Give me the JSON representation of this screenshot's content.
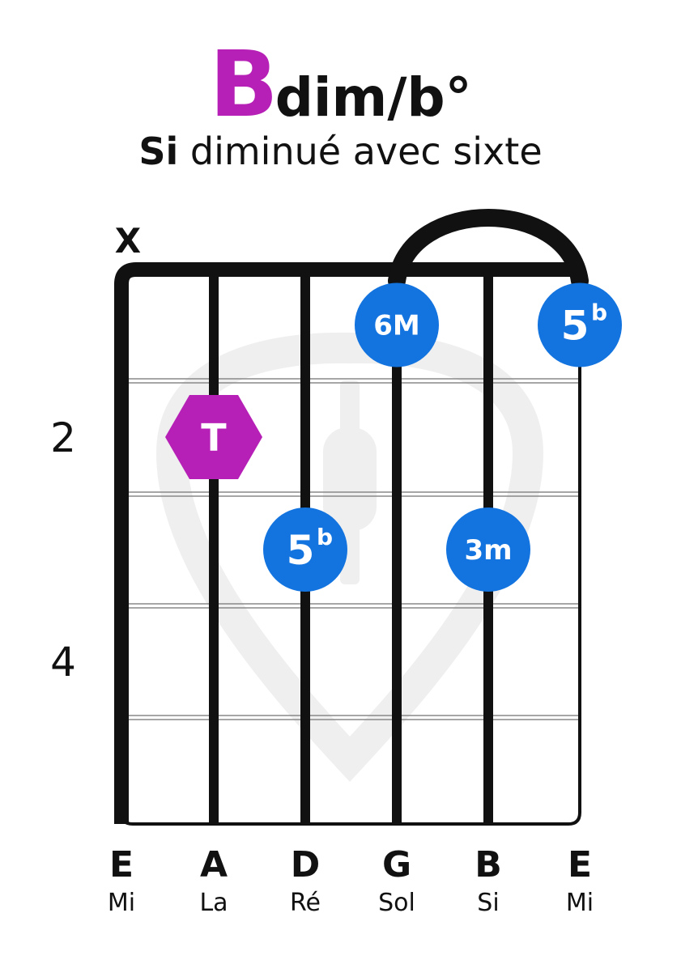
{
  "title": {
    "root": "B",
    "suffix": "dim/b°",
    "root_color": "#b620b6"
  },
  "subtitle": {
    "name": "Si",
    "rest": " diminué avec sixte"
  },
  "diagram": {
    "muted_marker": "X",
    "muted_string_index": 0,
    "fret_numbers": [
      {
        "label": "2",
        "fret": 2
      },
      {
        "label": "4",
        "fret": 4
      }
    ],
    "strings": [
      {
        "letter": "E",
        "name": "Mi"
      },
      {
        "letter": "A",
        "name": "La"
      },
      {
        "letter": "D",
        "name": "Ré"
      },
      {
        "letter": "G",
        "name": "Sol"
      },
      {
        "letter": "B",
        "name": "Si"
      },
      {
        "letter": "E",
        "name": "Mi"
      }
    ],
    "fret_count": 5,
    "barre": {
      "from_string": 3,
      "to_string": 5,
      "fret": 1
    },
    "notes": [
      {
        "string": 1,
        "fret": 2,
        "label": "T",
        "sup": "",
        "shape": "hexagon"
      },
      {
        "string": 2,
        "fret": 3,
        "label": "5",
        "sup": "b",
        "shape": "circle"
      },
      {
        "string": 3,
        "fret": 1,
        "label": "6M",
        "sup": "",
        "shape": "circle"
      },
      {
        "string": 4,
        "fret": 3,
        "label": "3m",
        "sup": "",
        "shape": "circle"
      },
      {
        "string": 5,
        "fret": 1,
        "label": "5",
        "sup": "b",
        "shape": "circle"
      }
    ],
    "colors": {
      "note": "#1374e0",
      "root": "#b620b6",
      "line": "#111111",
      "fret_line": "#888888",
      "watermark": "#efefef"
    }
  }
}
